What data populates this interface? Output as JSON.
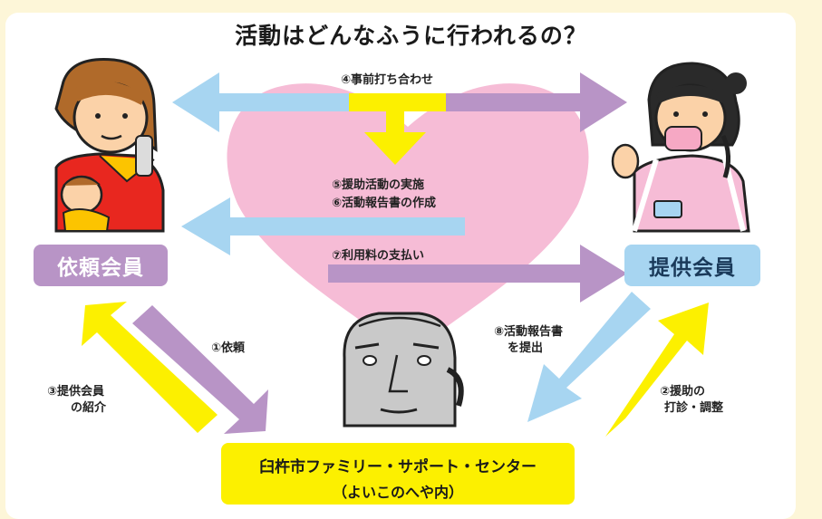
{
  "title": "活動はどんなふうに行われるの？",
  "requester": {
    "label": "依頼会員"
  },
  "provider": {
    "label": "提供会員"
  },
  "center": {
    "line1": "臼杵市ファミリー・サポート・センター",
    "line2": "（よいこのへや内）"
  },
  "steps": {
    "s4": "④事前打ち合わせ",
    "s5": "⑤援助活動の実施",
    "s6": "⑥活動報告書の作成",
    "s7": "⑦利用料の支払い",
    "s1": "①依頼",
    "s3a": "③提供会員",
    "s3b": "の紹介",
    "s8a": "⑧活動報告書",
    "s8b": "を提出",
    "s2a": "②援助の",
    "s2b": "打診・調整"
  },
  "colors": {
    "background": "#fdf6d8",
    "heart": "#f6bcd6",
    "yellow": "#fcf000",
    "purple": "#b894c6",
    "blue": "#a7d5f1",
    "requester_badge": "#b894c6",
    "provider_badge": "#a7d5f1",
    "center_box": "#fcf000"
  }
}
